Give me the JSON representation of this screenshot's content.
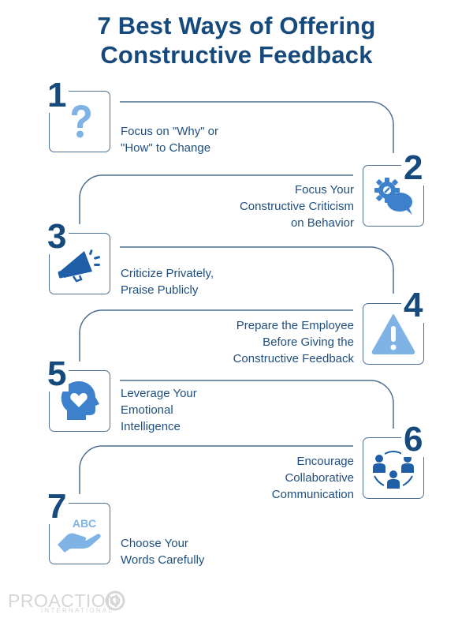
{
  "title": {
    "line1": "7 Best Ways of Offering",
    "line2": "Constructive Feedback"
  },
  "colors": {
    "title_navy": "#164a7c",
    "text_blue": "#1f4f7f",
    "connector_line": "#4d6f91",
    "icon_mid_blue": "#3d80cc",
    "icon_light_blue": "#7fb3e6",
    "logo_gray": "#d6d6d6"
  },
  "steps": [
    {
      "number": "1",
      "icon": "question-mark-icon",
      "lines": [
        "Focus on \"Why\" or",
        "\"How\" to Change"
      ]
    },
    {
      "number": "2",
      "icon": "gear-speech-bubble-icon",
      "lines": [
        "Focus Your",
        "Constructive Criticism",
        "on Behavior"
      ]
    },
    {
      "number": "3",
      "icon": "megaphone-icon",
      "lines": [
        "Criticize Privately,",
        "Praise Publicly"
      ]
    },
    {
      "number": "4",
      "icon": "warning-triangle-icon",
      "lines": [
        "Prepare the Employee",
        "Before Giving the",
        "Constructive Feedback"
      ]
    },
    {
      "number": "5",
      "icon": "head-heart-icon",
      "lines": [
        "Leverage Your",
        "Emotional",
        "Intelligence"
      ]
    },
    {
      "number": "6",
      "icon": "team-circle-icon",
      "lines": [
        "Encourage",
        "Collaborative",
        "Communication"
      ]
    },
    {
      "number": "7",
      "icon": "hand-abc-icon",
      "icon_text": "ABC",
      "lines": [
        "Choose Your",
        "Words Carefully"
      ]
    }
  ],
  "logo": {
    "name": "PROACTION",
    "sub": "INTERNATIONAL"
  }
}
